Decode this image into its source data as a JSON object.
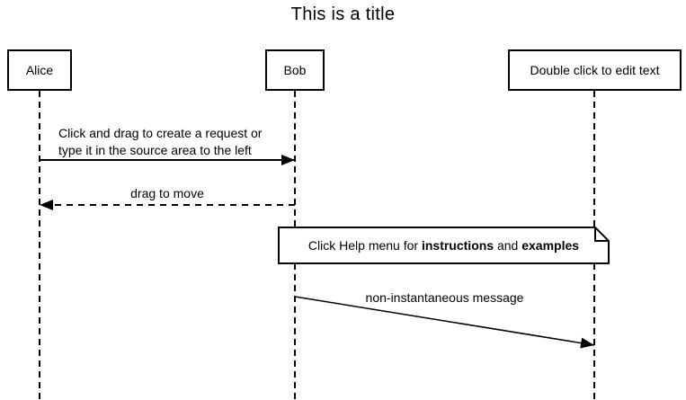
{
  "diagram": {
    "title": "This is a title"
  },
  "actors": [
    {
      "id": "alice",
      "label": "Alice"
    },
    {
      "id": "bob",
      "label": "Bob"
    },
    {
      "id": "actor3",
      "label": "Double click to edit text"
    }
  ],
  "messages": [
    {
      "from": "Alice",
      "to": "Bob",
      "line_style": "solid",
      "arrow": "filled",
      "label_line1": "Click and drag to create a request or",
      "label_line2": "type it in the source area to the left"
    },
    {
      "from": "Bob",
      "to": "Alice",
      "line_style": "dashed",
      "arrow": "filled",
      "label": "drag to move"
    },
    {
      "from": "Bob",
      "to": "Double click to edit text",
      "line_style": "solid",
      "arrow": "filled",
      "label": "non-instantaneous message"
    }
  ],
  "note": {
    "prefix": "Click Help menu for ",
    "bold_1": "instructions",
    "middle": " and ",
    "bold_2": "examples"
  },
  "colors": {
    "stroke": "#000000",
    "background": "#ffffff"
  }
}
